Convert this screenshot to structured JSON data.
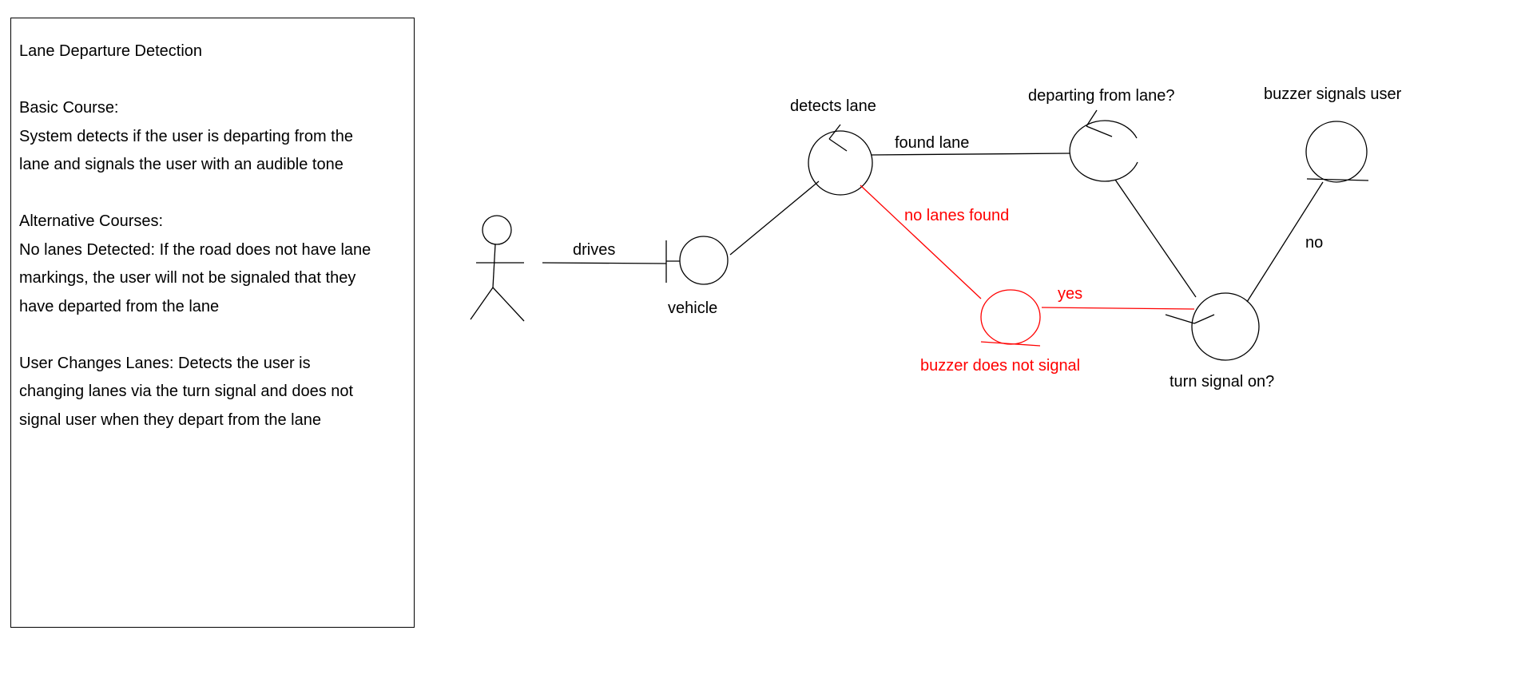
{
  "description": {
    "title": "Lane Departure Detection",
    "basic_heading": "Basic Course:",
    "basic_lines": [
      "System detects if the user is departing from the",
      "lane and signals the user with an audible tone"
    ],
    "alt_heading": "Alternative Courses:",
    "alt1_lines": [
      "No lanes Detected: If the road does not have lane",
      "markings, the user will not be signaled that they",
      "have departed from the lane"
    ],
    "alt2_lines": [
      "User Changes Lanes: Detects the user is",
      "changing lanes via the turn signal and does not",
      "signal user when they depart from the lane"
    ]
  },
  "diagram": {
    "nodes": {
      "vehicle": "vehicle",
      "detects_lane": "detects lane",
      "departing": "departing from lane?",
      "buzzer_signals": "buzzer signals user",
      "buzzer_not": "buzzer does not signal",
      "turn_signal": "turn signal on?"
    },
    "edges": {
      "drives": "drives",
      "found_lane": "found lane",
      "no_lanes_found": "no lanes found",
      "yes": "yes",
      "no": "no"
    },
    "colors": {
      "normal": "#000000",
      "alternate": "#ff0000"
    }
  }
}
